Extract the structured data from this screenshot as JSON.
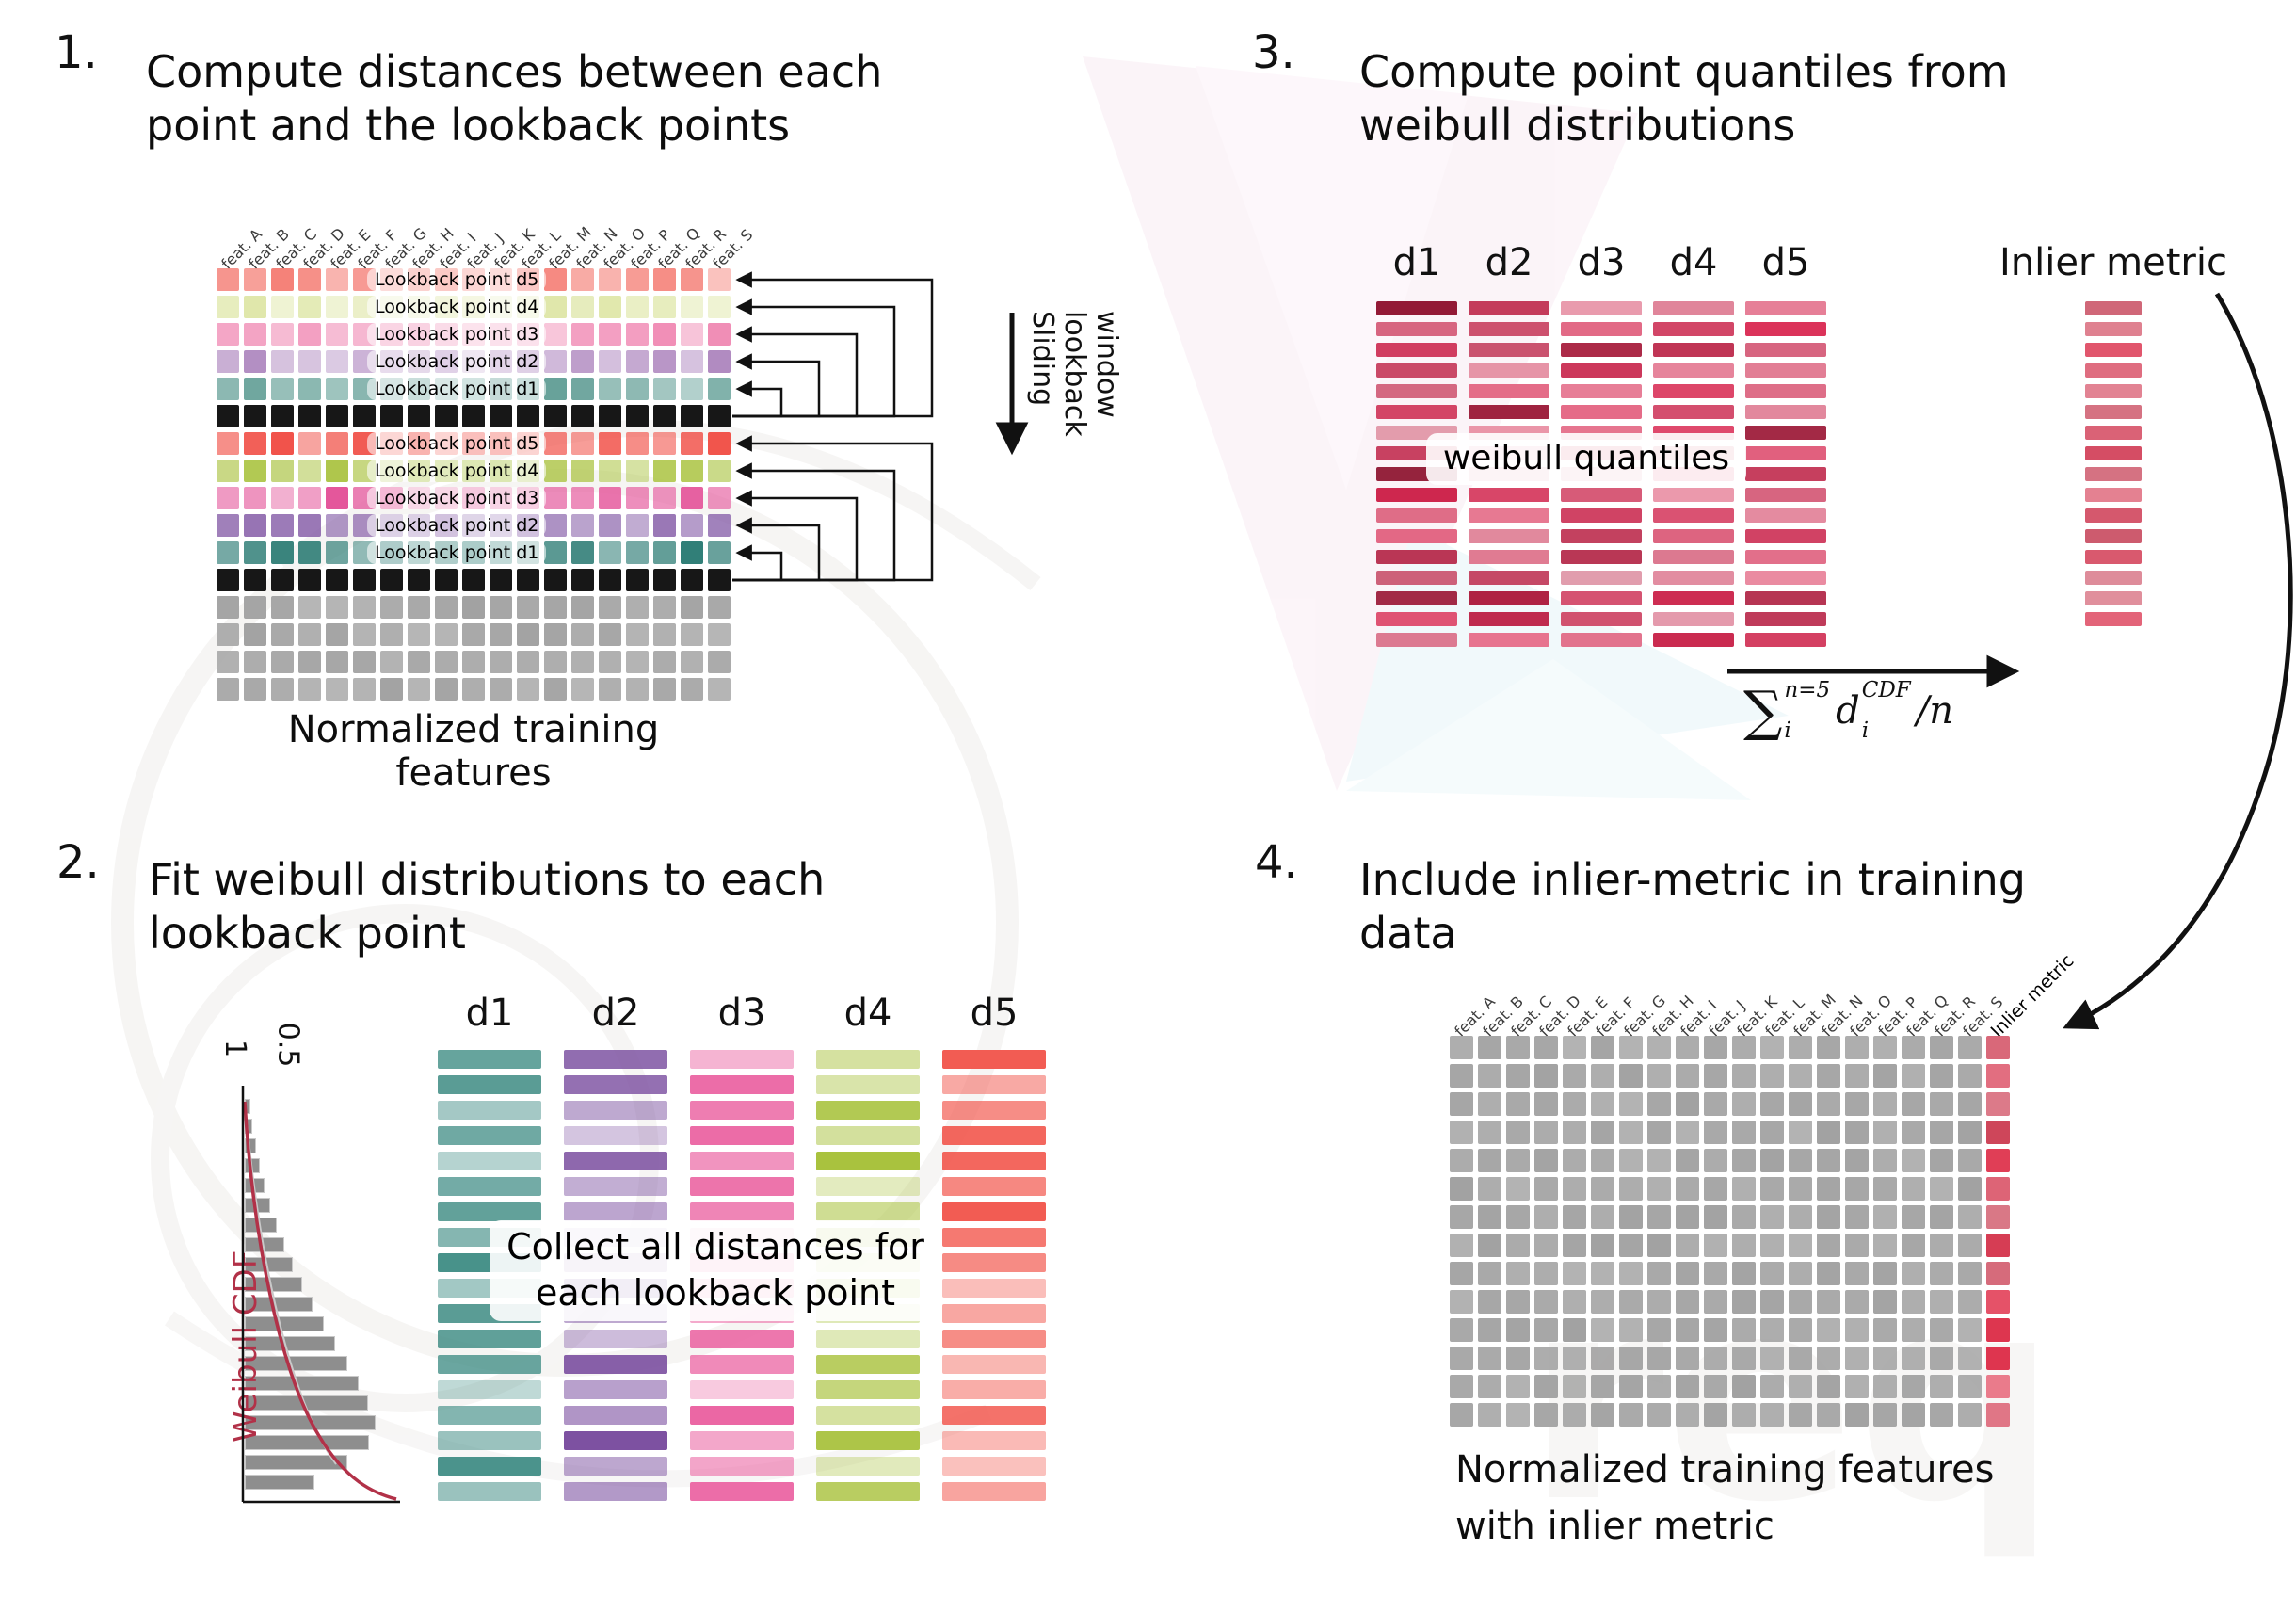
{
  "p1": {
    "number": "1.",
    "title_l1": "Compute distances between each",
    "title_l2": "point and the lookback points",
    "caption": "Normalized training features",
    "sliding_lines": [
      "Sliding",
      "lookback",
      "window"
    ],
    "features": [
      "feat. A",
      "feat. B",
      "feat. C",
      "feat. D",
      "feat. E",
      "feat. F",
      "feat. G",
      "feat. H",
      "feat. I",
      "feat. J",
      "feat. K",
      "feat. L",
      "feat. M",
      "feat. N",
      "feat. O",
      "feat. P",
      "feat. Q",
      "feat. R",
      "feat. S"
    ],
    "rows": [
      {
        "label": "Lookback point d5",
        "color": "#f4776e",
        "kind": "lookback"
      },
      {
        "label": "Lookback point d4",
        "color": "#dde5a3",
        "kind": "lookback"
      },
      {
        "label": "Lookback point d3",
        "color": "#f08ab4",
        "kind": "lookback"
      },
      {
        "label": "Lookback point d2",
        "color": "#b18bc1",
        "kind": "lookback"
      },
      {
        "label": "Lookback point d1",
        "color": "#68a29a",
        "kind": "lookback"
      },
      {
        "label": "",
        "color": "#171717",
        "kind": "current"
      },
      {
        "label": "Lookback point d5",
        "color": "#f04a41",
        "kind": "lookback"
      },
      {
        "label": "Lookback point d4",
        "color": "#a9c23e",
        "kind": "lookback"
      },
      {
        "label": "Lookback point d3",
        "color": "#e4579b",
        "kind": "lookback"
      },
      {
        "label": "Lookback point d2",
        "color": "#7b4fa0",
        "kind": "lookback"
      },
      {
        "label": "Lookback point d1",
        "color": "#2f7d76",
        "kind": "lookback"
      },
      {
        "label": "",
        "color": "#171717",
        "kind": "current"
      },
      {
        "label": "",
        "color": "#a2a2a2",
        "kind": "plain"
      },
      {
        "label": "",
        "color": "#a2a2a2",
        "kind": "plain"
      },
      {
        "label": "",
        "color": "#a2a2a2",
        "kind": "plain"
      },
      {
        "label": "",
        "color": "#a2a2a2",
        "kind": "plain"
      }
    ]
  },
  "p2": {
    "number": "2.",
    "title_l1": "Fit weibull distributions to each",
    "title_l2": "lookback point",
    "tick_1": "1",
    "tick_05": "0.5",
    "cdf_label": "Weibull CDF",
    "columns": [
      {
        "label": "d1",
        "color": "#3d8b83"
      },
      {
        "label": "d2",
        "color": "#7b4fa0"
      },
      {
        "label": "d3",
        "color": "#ea5f9f"
      },
      {
        "label": "d4",
        "color": "#a9c23e"
      },
      {
        "label": "d5",
        "color": "#f2574d"
      }
    ],
    "overlay_l1": "Collect all distances for",
    "overlay_l2": "each lookback point"
  },
  "p3": {
    "number": "3.",
    "title_l1": "Compute point quantiles from",
    "title_l2": "weibull distributions",
    "columns": [
      "d1",
      "d2",
      "d3",
      "d4",
      "d5"
    ],
    "overlay": "weibull quantiles",
    "inlier_label": "Inlier metric",
    "formula": {
      "sum": "∑",
      "upper": "n=5",
      "lower": "i",
      "var": "d",
      "var_sup": "CDF",
      "var_sub": "i",
      "tail": "/n"
    }
  },
  "p4": {
    "number": "4.",
    "title_l1": "Include inlier-metric in training",
    "title_l2": "data",
    "features": [
      "feat. A",
      "feat. B",
      "feat. C",
      "feat. D",
      "feat. E",
      "feat. F",
      "feat. G",
      "feat. H",
      "feat. I",
      "feat. J",
      "feat. K",
      "feat. L",
      "feat. M",
      "feat. N",
      "feat. O",
      "feat. P",
      "feat. Q",
      "feat. R",
      "feat. S"
    ],
    "inlier_label": "Inlier metric",
    "caption_l1": "Normalized training features",
    "caption_l2": "with inlier metric"
  },
  "watermark": {
    "text": "req"
  }
}
